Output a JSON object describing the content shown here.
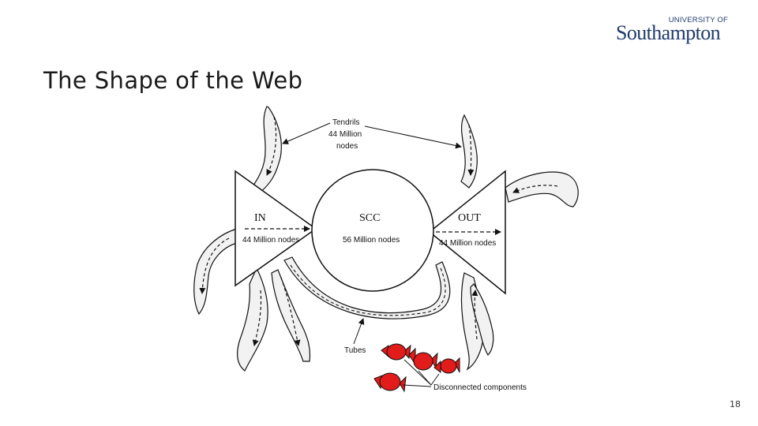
{
  "header": {
    "logo_top": "UNIVERSITY OF",
    "logo_main": "Southampton",
    "title": "The Shape of the Web"
  },
  "diagram": {
    "tendrils": {
      "line1": "Tendrils",
      "line2": "44 Million",
      "line3": "nodes"
    },
    "in": {
      "label": "IN",
      "nodes": "44 Million nodes"
    },
    "scc": {
      "label": "SCC",
      "nodes": "56 Million nodes"
    },
    "out": {
      "label": "OUT",
      "nodes": "44 Million nodes"
    },
    "tubes": "Tubes",
    "disconnected": "Disconnected components",
    "colors": {
      "disconnected_fill": "#e21b1b",
      "line": "#111111",
      "tendril_fill": "#f2f2f2"
    }
  },
  "footer": {
    "page_number": "18"
  }
}
